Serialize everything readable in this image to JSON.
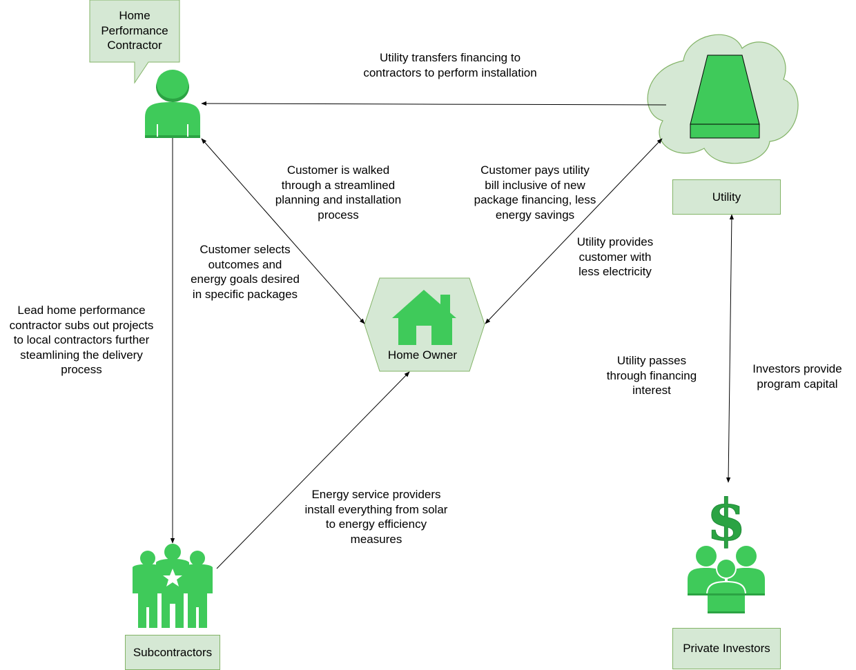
{
  "nodes": {
    "contractor": "Home\nPerformance\nContractor",
    "utility": "Utility",
    "home_owner": "Home Owner",
    "subcontractors": "Subcontractors",
    "investors": "Private Investors"
  },
  "edge_labels": {
    "financing_transfer": "Utility transfers financing to\ncontractors to perform installation",
    "walked_through": "Customer is walked\nthrough a streamlined\nplanning and installation\nprocess",
    "selects_outcomes": "Customer selects\noutcomes and\nenergy goals desired\nin specific packages",
    "pays_bill": "Customer pays utility\nbill inclusive of new\npackage financing, less\nenergy savings",
    "less_electricity": "Utility provides\ncustomer with\nless electricity",
    "subs_out": "Lead home performance\ncontractor subs out projects\nto local contractors further\nsteamlining the delivery\nprocess",
    "service_providers": "Energy service providers\ninstall everything from solar\nto energy efficiency\nmeasures",
    "passes_interest": "Utility passes\nthrough financing\ninterest",
    "provide_capital": "Investors provide\nprogram capital"
  },
  "icons": {
    "contractor": "person-icon",
    "utility": "power-plant-icon",
    "home_owner": "house-icon",
    "subcontractors": "team-icon",
    "investors": "investors-icon",
    "dollar": "dollar-sign-icon"
  },
  "colors": {
    "accent_green": "#3fca5a",
    "dark_green": "#2ba343",
    "fill_light": "#d5e8d4",
    "stroke_green": "#82b366"
  }
}
